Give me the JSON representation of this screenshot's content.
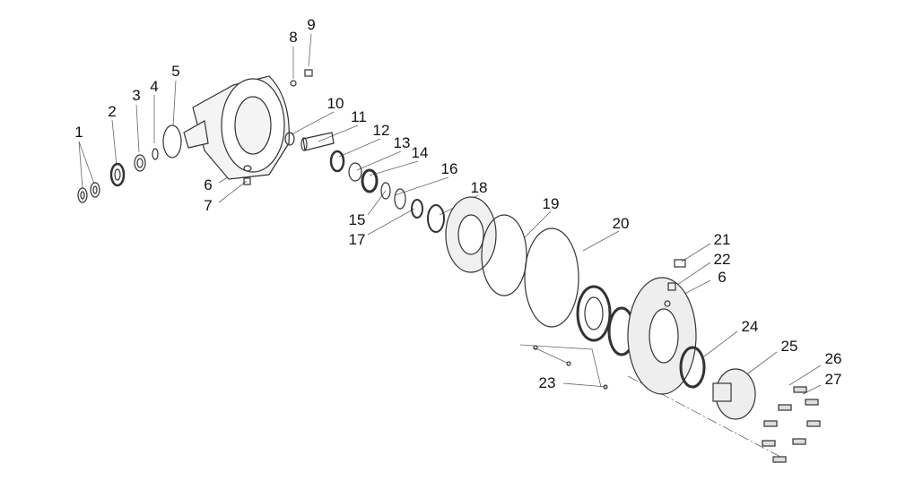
{
  "diagram": {
    "type": "exploded-parts-view",
    "callouts": [
      {
        "id": "c1",
        "text": "1"
      },
      {
        "id": "c2",
        "text": "2"
      },
      {
        "id": "c3",
        "text": "3"
      },
      {
        "id": "c4",
        "text": "4"
      },
      {
        "id": "c5",
        "text": "5"
      },
      {
        "id": "c6a",
        "text": "6"
      },
      {
        "id": "c7",
        "text": "7"
      },
      {
        "id": "c8",
        "text": "8"
      },
      {
        "id": "c9",
        "text": "9"
      },
      {
        "id": "c10",
        "text": "10"
      },
      {
        "id": "c11",
        "text": "11"
      },
      {
        "id": "c12",
        "text": "12"
      },
      {
        "id": "c13",
        "text": "13"
      },
      {
        "id": "c14",
        "text": "14"
      },
      {
        "id": "c15",
        "text": "15"
      },
      {
        "id": "c16",
        "text": "16"
      },
      {
        "id": "c17",
        "text": "17"
      },
      {
        "id": "c18",
        "text": "18"
      },
      {
        "id": "c19",
        "text": "19"
      },
      {
        "id": "c20",
        "text": "20"
      },
      {
        "id": "c21",
        "text": "21"
      },
      {
        "id": "c22",
        "text": "22"
      },
      {
        "id": "c6b",
        "text": "6"
      },
      {
        "id": "c23",
        "text": "23"
      },
      {
        "id": "c24",
        "text": "24"
      },
      {
        "id": "c25",
        "text": "25"
      },
      {
        "id": "c26",
        "text": "26"
      },
      {
        "id": "c27",
        "text": "27"
      }
    ]
  }
}
